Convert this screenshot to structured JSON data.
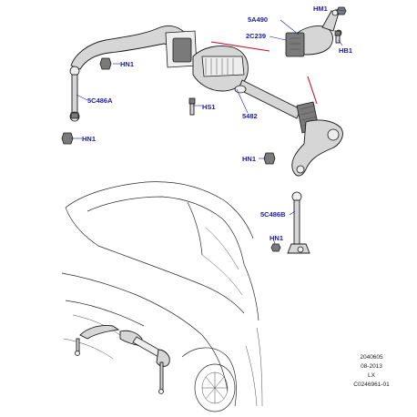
{
  "callouts": {
    "hm1": "HM1",
    "a5a490": "5A490",
    "c2c239": "2C239",
    "hb1": "HB1",
    "hn1_top": "HN1",
    "c5c486a": "5C486A",
    "hs1": "HS1",
    "p5482": "5482",
    "hn1_left": "HN1",
    "hn1_right": "HN1",
    "c5c486b": "5C486B",
    "hn1_bottom": "HN1"
  },
  "footer": {
    "code": "2040605",
    "date": "08-2013",
    "model": "LX",
    "ref": "C0246961-01"
  },
  "colors": {
    "callout_text": "#1a1aa0",
    "highlight_line": "#c8102e"
  }
}
